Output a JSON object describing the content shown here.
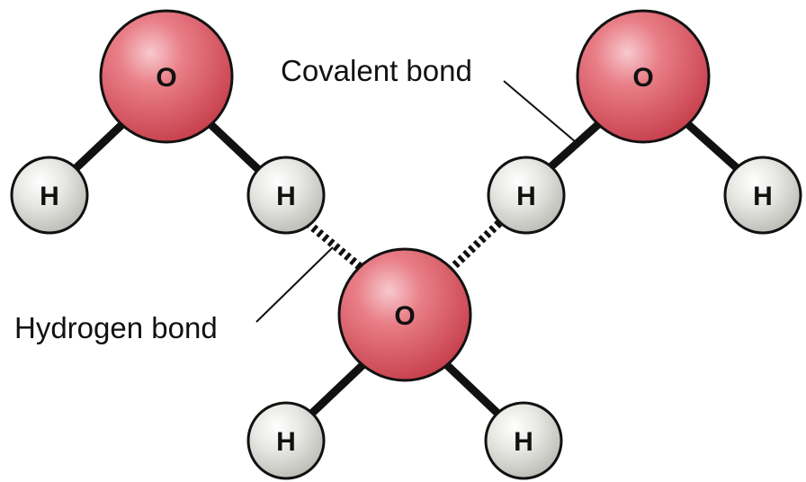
{
  "molecules": [
    {
      "name": "molecule-top-left",
      "oxygen": {
        "label": "O"
      },
      "hydrogens": [
        {
          "label": "H"
        },
        {
          "label": "H"
        }
      ]
    },
    {
      "name": "molecule-top-right",
      "oxygen": {
        "label": "O"
      },
      "hydrogens": [
        {
          "label": "H"
        },
        {
          "label": "H"
        }
      ]
    },
    {
      "name": "molecule-bottom-center",
      "oxygen": {
        "label": "O"
      },
      "hydrogens": [
        {
          "label": "H"
        },
        {
          "label": "H"
        }
      ]
    }
  ],
  "callouts": {
    "covalent_bond": "Covalent bond",
    "hydrogen_bond": "Hydrogen bond"
  },
  "colors": {
    "oxygen_fill": "#d9535f",
    "oxygen_highlight": "#f7c9ce",
    "hydrogen_fill": "#d6d6d2",
    "hydrogen_highlight": "#ffffff",
    "bond": "#111111"
  }
}
